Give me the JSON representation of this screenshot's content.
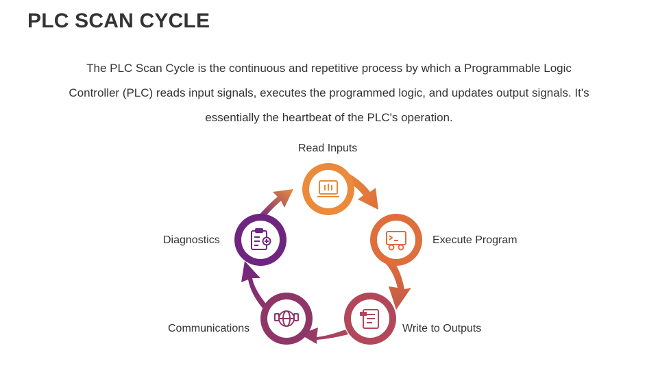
{
  "slide": {
    "title": "PLC SCAN CYCLE",
    "description": "The PLC Scan Cycle is the continuous and repetitive process by which a Programmable Logic Controller (PLC) reads input signals, executes the programmed logic, and updates output signals. It's essentially the heartbeat of the PLC's operation."
  },
  "cycle": {
    "steps": [
      {
        "label": "Read Inputs",
        "color": "#EA8A3A",
        "icon": "plc-input-device-icon"
      },
      {
        "label": "Execute Program",
        "color": "#DE6E3C",
        "icon": "program-gears-icon"
      },
      {
        "label": "Write to Outputs",
        "color": "#B3475A",
        "icon": "output-document-icon"
      },
      {
        "label": "Communications",
        "color": "#8E3667",
        "icon": "network-communication-icon"
      },
      {
        "label": "Diagnostics",
        "color": "#6E2580",
        "icon": "diagnostics-clipboard-icon"
      }
    ]
  }
}
